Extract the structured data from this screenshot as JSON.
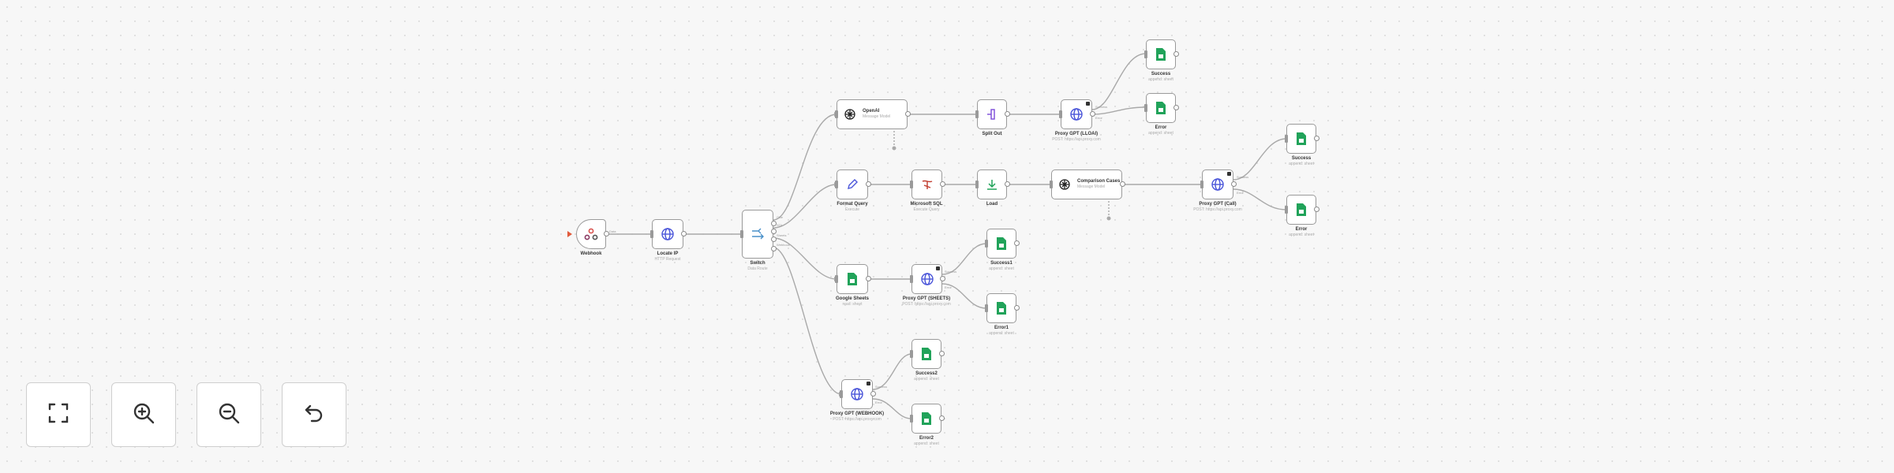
{
  "nodes": {
    "webhook": {
      "title": "Webhook",
      "subtitle": ""
    },
    "locate_ip": {
      "title": "Locate IP",
      "subtitle": "HTTP Request"
    },
    "switch": {
      "title": "Switch",
      "subtitle": "Data Route"
    },
    "openai": {
      "title": "OpenAI",
      "subtitle": "Message Model"
    },
    "split_out": {
      "title": "Split Out",
      "subtitle": ""
    },
    "proxy_gpt": {
      "title": "Proxy GPT (LLOAI)",
      "subtitle": "POST: https://api.proxy.com"
    },
    "success_1": {
      "title": "Success",
      "subtitle": "append: sheet"
    },
    "error_1": {
      "title": "Error",
      "subtitle": "append: sheet"
    },
    "format_query": {
      "title": "Format Query",
      "subtitle": "Execute"
    },
    "microsoft_sql": {
      "title": "Microsoft SQL",
      "subtitle": "Execute Query"
    },
    "load": {
      "title": "Load",
      "subtitle": ""
    },
    "comparison_cases": {
      "title": "Comparison Cases",
      "subtitle": "Message Model"
    },
    "proxy_gpt_call": {
      "title": "Proxy GPT (Call)",
      "subtitle": "POST: https://api.proxy.com"
    },
    "success_2": {
      "title": "Success",
      "subtitle": "append: sheet"
    },
    "error_2": {
      "title": "Error",
      "subtitle": "append: sheet"
    },
    "google_sheets": {
      "title": "Google Sheets",
      "subtitle": "read: sheet"
    },
    "proxy_gpt_sheets": {
      "title": "Proxy GPT (SHEETS)",
      "subtitle": "POST: https://api.proxy.com"
    },
    "success_3": {
      "title": "Success1",
      "subtitle": "append: sheet"
    },
    "error_3": {
      "title": "Error1",
      "subtitle": "append: sheet"
    },
    "proxy_gpt_webhook": {
      "title": "Proxy GPT (WEBHOOK)",
      "subtitle": "POST: https://api.proxy.com"
    },
    "success_4": {
      "title": "Success2",
      "subtitle": "append: sheet"
    },
    "error_4": {
      "title": "Error2",
      "subtitle": "append: sheet"
    }
  },
  "edge_labels": {
    "webhook_out": "Data",
    "switch_0": "Ollie",
    "switch_1": "SQL",
    "switch_2": "Sheets",
    "switch_3": "Webhook",
    "success_branch": "Success",
    "error_branch": "Error"
  },
  "controls": {
    "fit": "fit-view",
    "zoom_in": "zoom-in",
    "zoom_out": "zoom-out",
    "undo": "undo"
  },
  "colors": {
    "sheets_green": "#21a35a",
    "globe_blue": "#4a55d9",
    "webhook_red": "#d9534f",
    "trigger_orange": "#e15b3c"
  }
}
